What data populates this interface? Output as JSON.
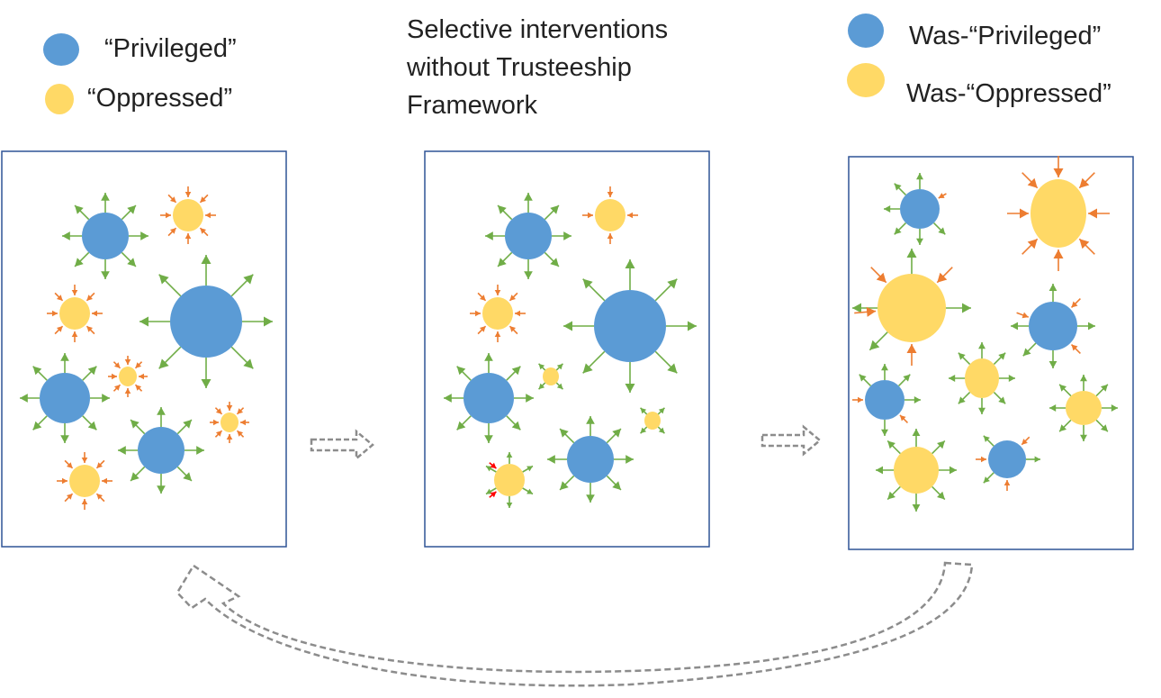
{
  "legend_left": {
    "privileged_label": "“Privileged”",
    "oppressed_label": "“Oppressed”"
  },
  "heading": {
    "lines": [
      "Selective interventions",
      "without Trusteeship",
      "Framework"
    ]
  },
  "legend_right": {
    "privileged_label": "Was-“Privileged”",
    "oppressed_label": "Was-“Oppressed”"
  },
  "colors": {
    "privileged": "#5b9bd5",
    "oppressed": "#ffd966",
    "outward_arrow": "#70ad47",
    "inward_arrow": "#ed7d31",
    "highlight_arrow": "#ff0000",
    "panel_border": "#2f5496",
    "flow_arrow": "#8c8c8c"
  }
}
